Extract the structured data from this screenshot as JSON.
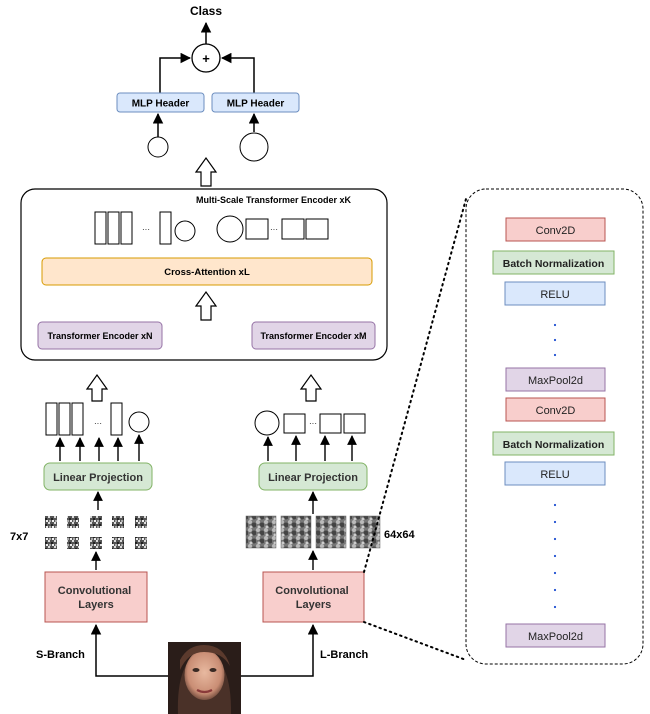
{
  "labels": {
    "class": "Class",
    "plus": "+",
    "mlp_header_left": "MLP Header",
    "mlp_header_right": "MLP Header",
    "multi_scale_encoder": "Multi-Scale Transformer Encoder xK",
    "ellipsis": "···",
    "cross_attention": "Cross-Attention xL",
    "transformer_encoder_n": "Transformer Encoder xN",
    "transformer_encoder_m": "Transformer Encoder xM",
    "linear_projection_left": "Linear Projection",
    "linear_projection_right": "Linear Projection",
    "patch_small": "7x7",
    "patch_large": "64x64",
    "conv_layers_left": [
      "Convolutional",
      "Layers"
    ],
    "conv_layers_right": [
      "Convolutional",
      "Layers"
    ],
    "s_branch": "S-Branch",
    "l_branch": "L-Branch"
  },
  "detail_panel": {
    "layers": [
      {
        "label": "Conv2D",
        "kind": "conv"
      },
      {
        "label": "Batch Normalization",
        "kind": "bn"
      },
      {
        "label": "RELU",
        "kind": "relu"
      },
      {
        "label": "MaxPool2d",
        "kind": "pool"
      },
      {
        "label": "Conv2D",
        "kind": "conv"
      },
      {
        "label": "Batch Normalization",
        "kind": "bn"
      },
      {
        "label": "RELU",
        "kind": "relu"
      },
      {
        "label": "MaxPool2d",
        "kind": "pool"
      }
    ]
  },
  "colors": {
    "mlp_fill": "#dae8fc",
    "mlp_stroke": "#6c8ebf",
    "cross_fill": "#ffe6cc",
    "cross_stroke": "#d79b00",
    "encoder_fill": "#e1d5e7",
    "encoder_stroke": "#9673a6",
    "proj_fill": "#d5e8d4",
    "proj_stroke": "#82b366",
    "conv_fill": "#f8cecc",
    "conv_stroke": "#b85450",
    "relu_fill": "#dae8fc",
    "relu_stroke": "#6c8ebf"
  }
}
